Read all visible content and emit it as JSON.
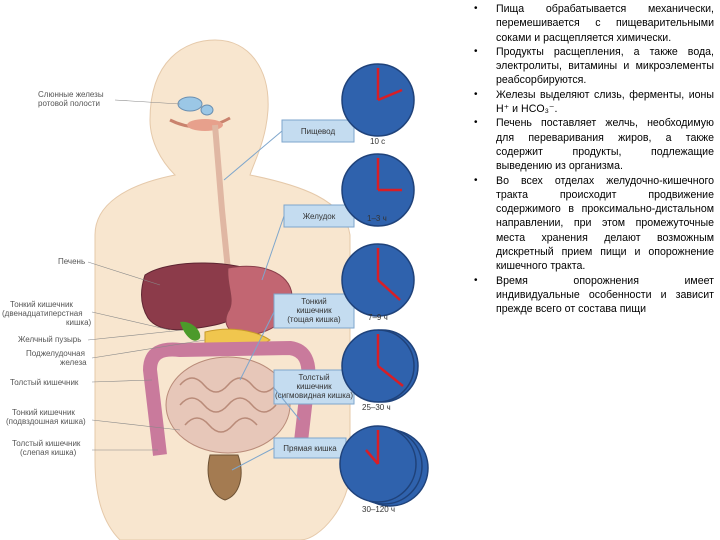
{
  "figure": {
    "left_labels": [
      "Слюнные железы",
      "ротовой полости",
      "Печень",
      "Тонкий кишечник",
      "(двенадцатиперстная",
      "кишка)",
      "Желчный пузырь",
      "Поджелудочная",
      "железа",
      "Толстый кишечник",
      "Тонкий кишечник",
      "(подвздошная кишка)",
      "Толстый кишечник",
      "(слепая кишка)"
    ],
    "stations": [
      {
        "box": [
          "Пищевод"
        ],
        "time": "10 с"
      },
      {
        "box": [
          "Желудок"
        ],
        "time": "1–3 ч"
      },
      {
        "box": [
          "Тонкий",
          "кишечник",
          "(тощая кишка)"
        ],
        "time": "7–9 ч"
      },
      {
        "box": [
          "Толстый",
          "кишечник",
          "(сигмовидная кишка)"
        ],
        "time": "25–30 ч"
      },
      {
        "box": [
          "Прямая кишка"
        ],
        "time": "30–120 ч"
      }
    ],
    "colors": {
      "skin": "#f8e6cf",
      "clock_fill": "#2f62ad",
      "clock_hand": "#d81e26",
      "label_box": "#c4dcf0",
      "liver": "#8c3b4a",
      "intestine": "#d9a0b8"
    }
  },
  "bullets": [
    {
      "text": "Пища обрабатывается механически, перемешивается с пищеварительными соками и расщепляется химически."
    },
    {
      "text": "Продукты расщепления, а также вода, электролиты, витамины и микроэлементы реабсорбируются."
    },
    {
      "text": "Железы выделяют слизь, ферменты, ионы H⁺ и HCO₃⁻."
    },
    {
      "text": "Печень поставляет желчь, необходимую для переваривания жиров, а также содержит продукты, подлежащие выведению из организма."
    },
    {
      "text": "Во всех отделах желудочно-кишечного тракта происходит продвижение содержимого в проксимально-дистальном направлении, при этом промежуточные места хранения делают возможным дискретный прием пищи и опорожнение кишечного тракта."
    },
    {
      "text": "Время опорожнения имеет индивидуальные особенности и зависит прежде всего от состава пищи"
    }
  ]
}
